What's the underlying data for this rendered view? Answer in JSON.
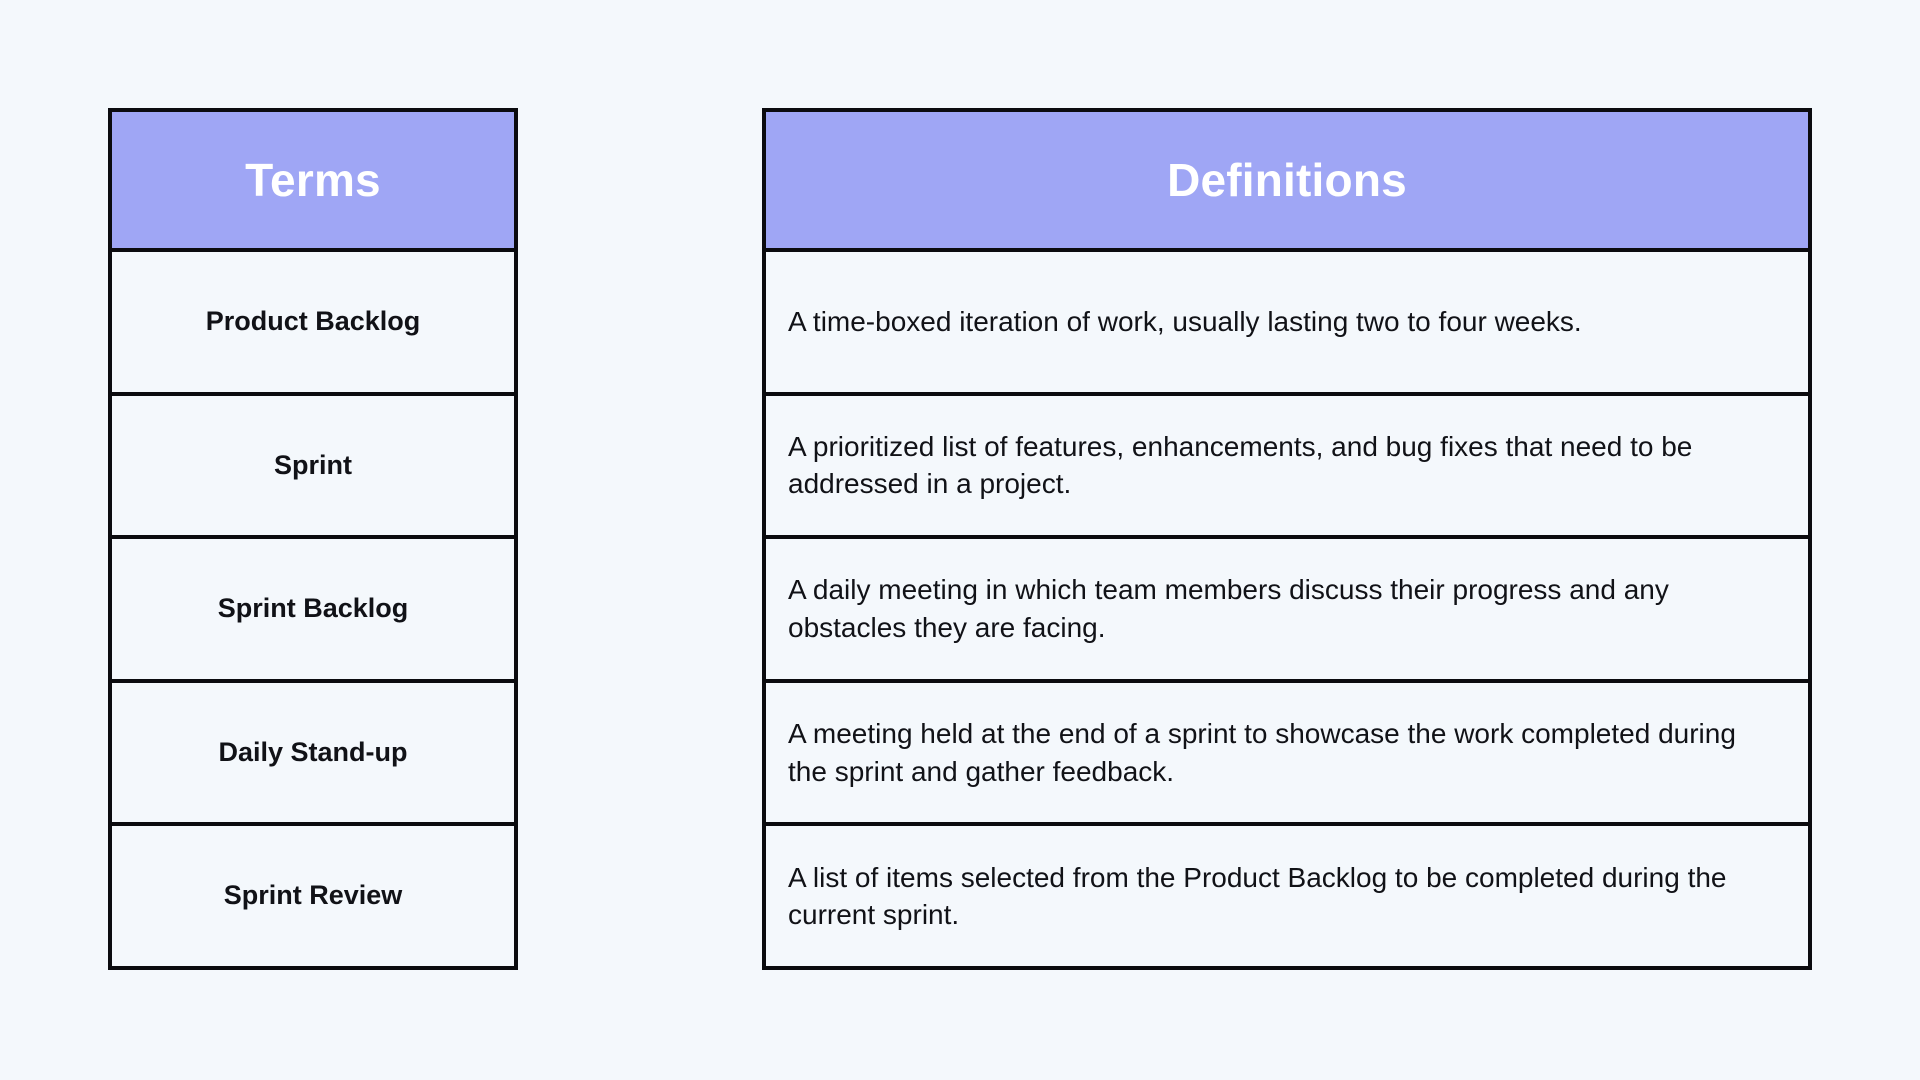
{
  "page": {
    "background_color": "#f4f8fc",
    "border_color": "#0b0b0f",
    "header_fill_color": "#9fa6f5",
    "header_text_color": "#ffffff",
    "body_text_color": "#111217"
  },
  "terms_table": {
    "header": "Terms",
    "rows": [
      {
        "term": "Product Backlog"
      },
      {
        "term": "Sprint"
      },
      {
        "term": "Sprint Backlog"
      },
      {
        "term": "Daily Stand-up"
      },
      {
        "term": "Sprint Review"
      }
    ]
  },
  "definitions_table": {
    "header": "Definitions",
    "rows": [
      {
        "definition": "A time-boxed iteration of work, usually lasting two to four weeks."
      },
      {
        "definition": "A prioritized list of features, enhancements, and bug fixes that need to be addressed in a project."
      },
      {
        "definition": "A daily meeting in which team members discuss their progress and any obstacles they are facing."
      },
      {
        "definition": "A meeting held at the end of a sprint to showcase the work completed during the sprint and gather feedback."
      },
      {
        "definition": "A list of items selected from the Product Backlog to be completed during the current sprint."
      }
    ]
  }
}
